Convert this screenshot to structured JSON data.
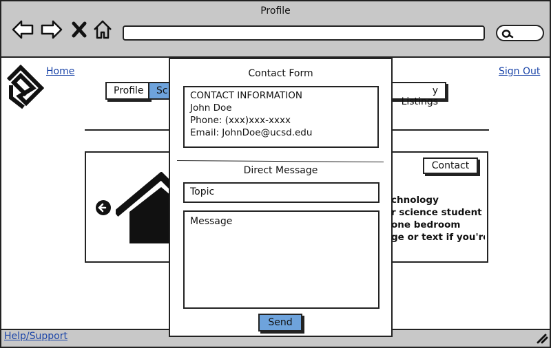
{
  "window": {
    "title": "Profile"
  },
  "browser": {
    "url": "",
    "icons": [
      "back-arrow-icon",
      "forward-arrow-icon",
      "close-x-icon",
      "home-icon",
      "search-icon"
    ]
  },
  "nav": {
    "home_link": "Home",
    "signout_link": "Sign Out",
    "tabs": [
      {
        "label": "Profile"
      },
      {
        "label": "Sc"
      },
      {
        "label": "y Listings"
      }
    ]
  },
  "profile_card": {
    "contact_button": "Contact",
    "bio_lines": [
      "chnology",
      "r science student",
      "one bedroom",
      "ge or text if you're"
    ]
  },
  "modal": {
    "title": "Contact Form",
    "contact_info": {
      "heading": "CONTACT INFORMATION",
      "name": "John Doe",
      "phone": "Phone: (xxx)xxx-xxxx",
      "email": "Email: JohnDoe@ucsd.edu"
    },
    "direct_message_title": "Direct Message",
    "topic_placeholder": "Topic",
    "message_placeholder": "Message",
    "send_label": "Send"
  },
  "footer": {
    "help_link": "Help/Support"
  },
  "colors": {
    "accent": "#6ea3dc",
    "chrome": "#c8c8c8",
    "link": "#1a44a8"
  }
}
